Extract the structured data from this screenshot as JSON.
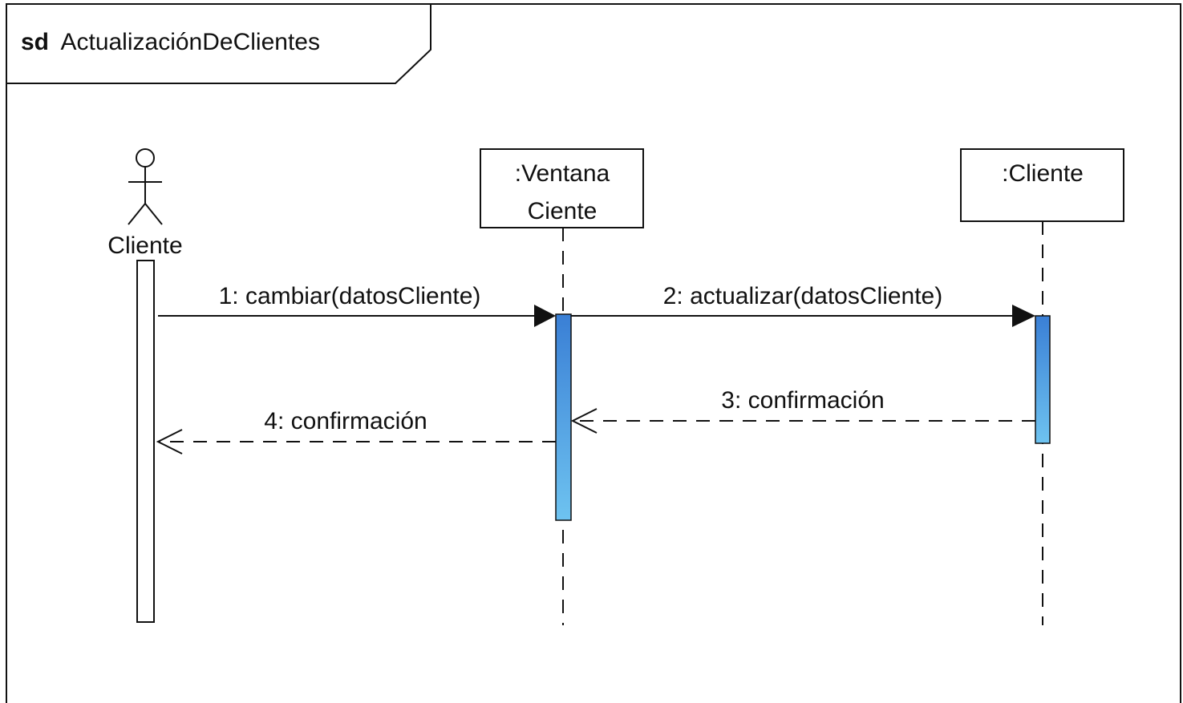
{
  "frame": {
    "keyword": "sd",
    "name": "ActualizaciónDeClientes"
  },
  "actor": {
    "label": "Cliente"
  },
  "lifelines": [
    {
      "label_line1": ":Ventana",
      "label_line2": "Ciente"
    },
    {
      "label_line1": ":Cliente"
    }
  ],
  "messages": [
    {
      "label": "1: cambiar(datosCliente)",
      "kind": "synchronous"
    },
    {
      "label": "2: actualizar(datosCliente)",
      "kind": "synchronous"
    },
    {
      "label": "3: confirmación",
      "kind": "reply"
    },
    {
      "label": "4: confirmación",
      "kind": "reply"
    }
  ],
  "colors": {
    "activation_top": "#3a7fd5",
    "activation_bottom": "#6ec3f0",
    "line": "#111111"
  }
}
